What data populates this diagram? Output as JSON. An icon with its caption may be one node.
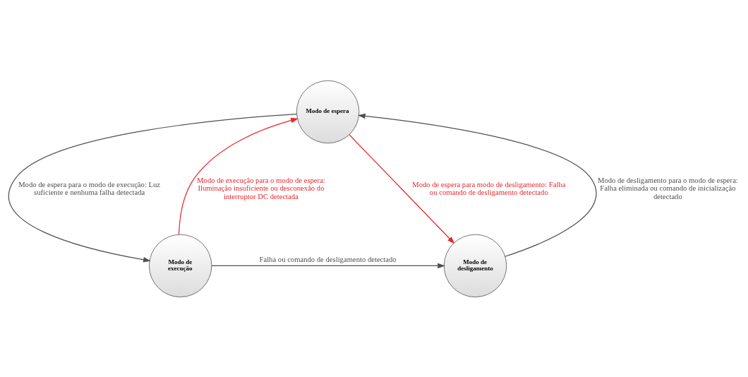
{
  "diagram": {
    "nodes": [
      {
        "text": [
          "Modo de espera"
        ]
      },
      {
        "text": [
          "Modo de execução"
        ]
      },
      {
        "text": [
          "Modo de desligamento"
        ]
      }
    ],
    "edges": [
      {
        "from": 1,
        "to": 0,
        "arrow": "to",
        "color": "#e8262b",
        "label": "Modo de execução para o modo de espera: Iluminação insuficiente ou desconexão do interruptor DC detectada"
      },
      {
        "from": 0,
        "to": 1,
        "arrow": "to",
        "label": "Modo de espera para o modo de execução: Luz suficiente e nenhuma falha detectada"
      },
      {
        "from": 0,
        "to": 2,
        "arrow": "to",
        "color": "#e8262b",
        "label": "Modo de espera para modo de desligamento: Falha ou comando de desligamento detectado"
      },
      {
        "from": 2,
        "to": 0,
        "arrow": "to",
        "label": "Modo de desligamento para o modo de espera: Falha eliminada ou comando de inicialização detectado"
      },
      {
        "from": 1,
        "to": 2,
        "arrow": "to",
        "label": "Falha ou comando de desligamento detectado"
      }
    ]
  }
}
